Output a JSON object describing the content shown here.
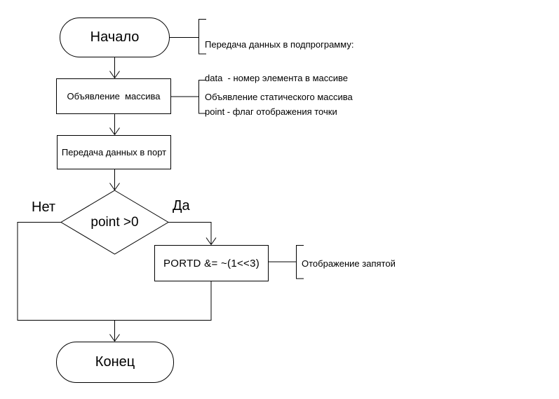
{
  "flowchart": {
    "title": "Flowchart of subroutine (display digit with optional point)",
    "colors": {
      "line": "#000000",
      "shape_fill": "#ffffff",
      "background": "#ffffff"
    },
    "nodes": {
      "start": {
        "label": "Начало"
      },
      "declare_array": {
        "label": "Объявление  массива"
      },
      "send_to_port": {
        "label": "Передача данных в порт"
      },
      "decision": {
        "label": "point >0"
      },
      "portd": {
        "label": "PORTD &= ~(1<<3)"
      },
      "end": {
        "label": "Конец"
      }
    },
    "branch_labels": {
      "no": "Нет",
      "yes": "Да"
    },
    "annotations": {
      "subroutine": {
        "lines": {
          "0": "Передача данных в подпрограмму:",
          "1": "data  - номер элемента в массиве",
          "2": "point - флаг отображения точки"
        }
      },
      "static_array": {
        "text": "Объявление статического массива"
      },
      "comma_display": {
        "text": "Отображение запятой"
      }
    }
  }
}
